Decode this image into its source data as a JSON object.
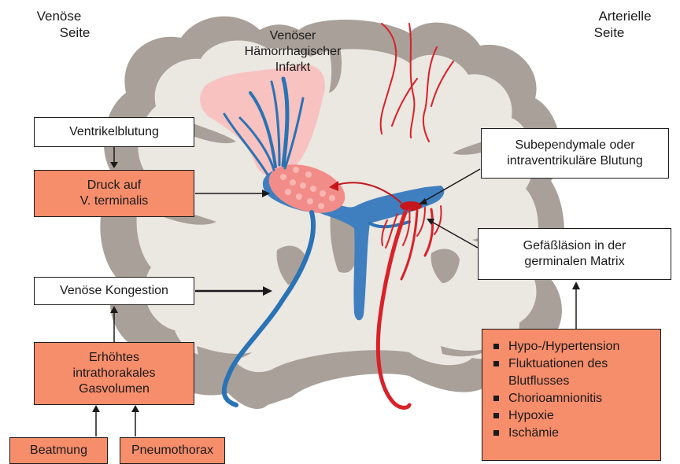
{
  "labels": {
    "venous_side": [
      "Venöse",
      "Seite"
    ],
    "arterial_side": [
      "Arterielle",
      "Seite"
    ],
    "infarct": [
      "Venöser",
      "Hämorrhagischer",
      "Infarkt"
    ]
  },
  "boxes": {
    "ventrikelblutung": "Ventrikelblutung",
    "druck": [
      "Druck auf",
      "V. terminalis"
    ],
    "kongestion": "Venöse Kongestion",
    "gasvolumen": [
      "Erhöhtes",
      "intrathorakales",
      "Gasvolumen"
    ],
    "beatmung": "Beatmung",
    "pneumothorax": "Pneumothorax",
    "subependymale": [
      "Subependymale oder",
      "intraventrikuläre Blutung"
    ],
    "gefaesslaesion": [
      "Gefäßläsion in der",
      "germinalen Matrix"
    ]
  },
  "risk_factors": [
    "Hypo-/Hypertension",
    "Fluktuationen des",
    "Blutflusses",
    "Chorioamnionitis",
    "Hypoxie",
    "Ischämie"
  ],
  "colors": {
    "brain_outer": "#a9a099",
    "brain_inner": "#ebe7e1",
    "vein": "#2a73b5",
    "artery": "#d92128",
    "box_fill": "#f68d6b",
    "infarct_zone": "#f7c2c0"
  }
}
